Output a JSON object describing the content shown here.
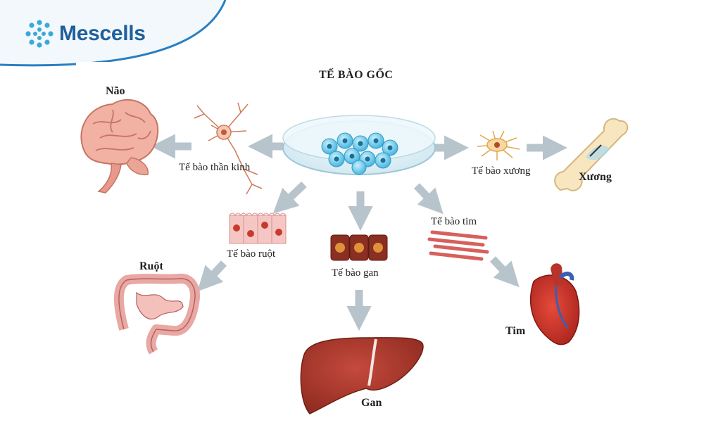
{
  "brand": {
    "name": "Mescells",
    "color": "#1f5f9c",
    "accent": "#3aa8d8"
  },
  "diagram": {
    "title": "TẾ BÀO GỐC",
    "organs": {
      "brain": "Não",
      "bone": "Xương",
      "intestine": "Ruột",
      "liver": "Gan",
      "heart": "Tim"
    },
    "cells": {
      "nerve": "Tế bào thần kinh",
      "bone": "Tế bào xương",
      "intestine": "Tế bào ruột",
      "liver": "Tế bào gan",
      "heart": "Tế bào tim"
    }
  },
  "colors": {
    "arrow": "#b8c4cc",
    "liver": "#a7352a",
    "heart": "#c8302a",
    "brain": "#f1b1a3",
    "intestine": "#e8a8a4",
    "bone": "#f7e6c0",
    "cell": "#5cc3e8"
  }
}
